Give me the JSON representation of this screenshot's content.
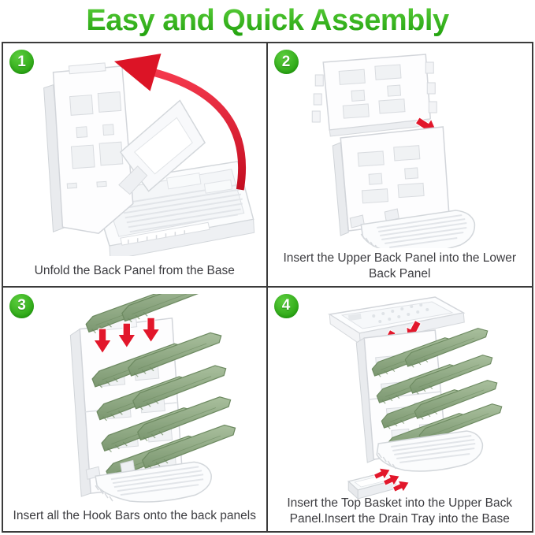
{
  "title": "Easy and Quick Assembly",
  "steps": [
    {
      "number": "1",
      "caption": "Unfold the Back Panel from the Base"
    },
    {
      "number": "2",
      "caption": "Insert the Upper Back Panel into the Lower Back Panel"
    },
    {
      "number": "3",
      "caption": "Insert all the Hook Bars onto the back panels"
    },
    {
      "number": "4",
      "caption": "Insert the Top Basket into the Upper Back Panel.Insert the Drain Tray into the Base"
    }
  ],
  "icons": {
    "unfold_direction": "red-curved-arrow-icon",
    "insert_direction": "red-arrow-icon"
  },
  "colors": {
    "title_green_top": "#52c734",
    "title_green_bottom": "#23a30f",
    "step_badge_green": "#35b11c",
    "arrow_red": "#e2172b",
    "hook_bar_green": "#8fac82",
    "caption_text": "#3c3c40",
    "grid_border": "#3b3b3b",
    "product_white": "#fdfdfe"
  }
}
